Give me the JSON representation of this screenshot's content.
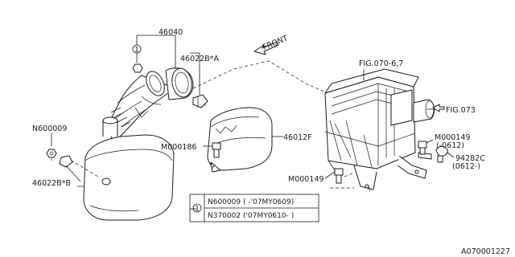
{
  "diagram_id": "A070001227",
  "front_label": "FRONT",
  "callouts": {
    "p46040": "46040",
    "p46022BA": "46022B*A",
    "p46022BB": "46022B*B",
    "pN600009": "N600009",
    "pM000186": "M000186",
    "p46012F": "46012F",
    "pM000149a": "M000149",
    "pM000149a_note": "(-0612)",
    "pM000149b": "M000149",
    "p94282C": "94282C",
    "p94282C_note": "(0612-)",
    "fig0706": "FIG.070-6,7",
    "fig073": "FIG.073"
  },
  "legend": {
    "marker": "1",
    "rows": [
      {
        "part": "N600009",
        "range": "( -'07MY0609)"
      },
      {
        "part": "N370002",
        "range": "('07MY0610- )"
      }
    ]
  }
}
